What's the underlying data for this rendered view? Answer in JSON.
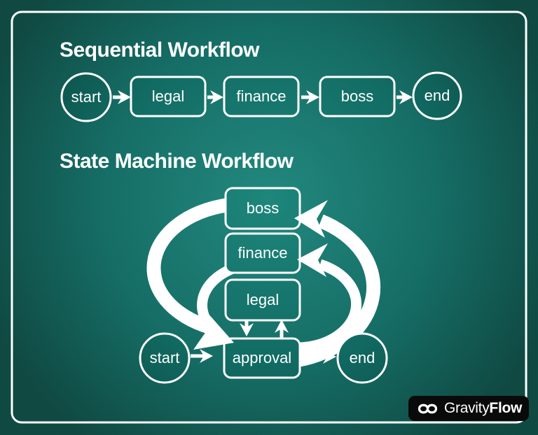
{
  "titles": {
    "sequential": "Sequential Workflow",
    "state_machine": "State Machine Workflow"
  },
  "sequential_workflow": {
    "start_label": "start",
    "steps": [
      "legal",
      "finance",
      "boss"
    ],
    "end_label": "end"
  },
  "state_machine_workflow": {
    "start_label": "start",
    "states": [
      "boss",
      "finance",
      "legal",
      "approval"
    ],
    "end_label": "end"
  },
  "logo": {
    "brand_part1": "Gravity",
    "brand_part2": "Flow"
  },
  "colors": {
    "background_center": "#1e867c",
    "background_mid": "#116b63",
    "background_edge": "#0b463f",
    "line_color": "#ffffff",
    "logo_background": "#0a0a0a"
  }
}
